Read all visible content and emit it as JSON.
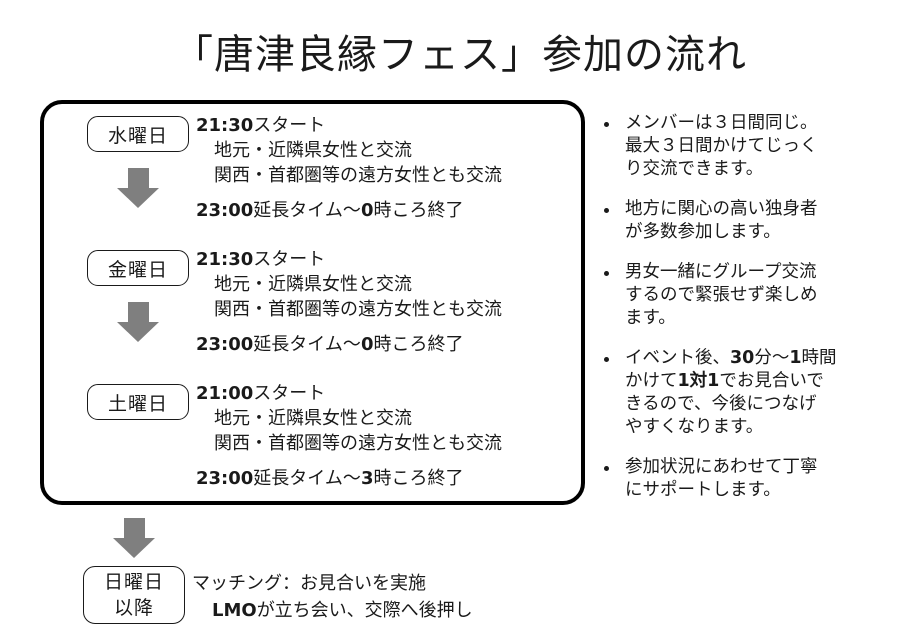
{
  "slide": {
    "title": "「唐津良縁フェス」参加の流れ"
  },
  "flow": {
    "days": [
      {
        "chip": "水曜日",
        "start_time": "21:30",
        "start_label": "スタート",
        "sub1": "地元・近隣県女性と交流",
        "sub2": "関西・首都圏等の遠方女性とも交流",
        "end_time": "23:00",
        "end_label_a": "延長タイム～",
        "end_hour": "0",
        "end_label_b": "時ころ終了"
      },
      {
        "chip": "金曜日",
        "start_time": "21:30",
        "start_label": "スタート",
        "sub1": "地元・近隣県女性と交流",
        "sub2": "関西・首都圏等の遠方女性とも交流",
        "end_time": "23:00",
        "end_label_a": "延長タイム～",
        "end_hour": "0",
        "end_label_b": "時ころ終了"
      },
      {
        "chip": "土曜日",
        "start_time": "21:00",
        "start_label": "スタート",
        "sub1": "地元・近隣県女性と交流",
        "sub2": "関西・首都圏等の遠方女性とも交流",
        "end_time": "23:00",
        "end_label_a": "延長タイム～",
        "end_hour": "3",
        "end_label_b": "時ころ終了"
      }
    ],
    "sunday": {
      "chip_line1": "日曜日",
      "chip_line2": "以降",
      "text_line1": "マッチング：お見合いを実施",
      "text_line2_bold": "LMO",
      "text_line2_rest": "が立ち会い、交際へ後押し"
    }
  },
  "notes": {
    "bullets": [
      {
        "line1": "メンバーは３日間同じ。",
        "line2": "最大３日間かけてじっく",
        "line3": "り交流できます。"
      },
      {
        "line1": "地方に関心の高い独身者",
        "line2": "が多数参加します。",
        "line3": ""
      },
      {
        "line1": "男女一緒にグループ交流",
        "line2": "するので緊張せず楽しめ",
        "line3": "ます。"
      },
      {
        "line1_a": "イベント後、",
        "line1_b": "30",
        "line1_c": "分～",
        "line1_d": "1",
        "line1_e": "時間",
        "line2_a": "かけて",
        "line2_b": "1対1",
        "line2_c": "でお見合いで",
        "line3": "きるので、今後につなげ",
        "line4": "やすくなります。"
      },
      {
        "line1": "参加状況にあわせて丁寧",
        "line2": "にサポートします。",
        "line3": ""
      }
    ]
  },
  "colors": {
    "arrow_gray": "#7f7f7f",
    "text_black": "#1a1a1a",
    "border_black": "#000000"
  }
}
